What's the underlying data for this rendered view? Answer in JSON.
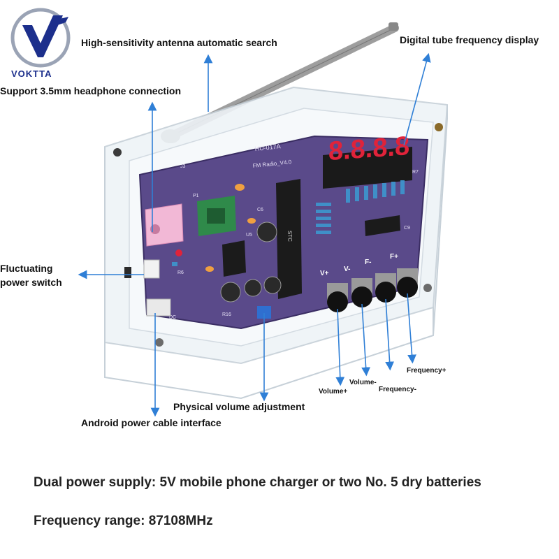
{
  "brand": {
    "name": "VOKTTA"
  },
  "labels": {
    "antenna": "High-sensitivity antenna automatic search",
    "display": "Digital tube frequency display",
    "headphone": "Support 3.5mm headphone connection",
    "switch_line1": "Fluctuating",
    "switch_line2": "power switch",
    "volume_knob": "Physical volume adjustment",
    "android": "Android power cable interface",
    "volume_plus": "Volume+",
    "volume_minus": "Volume-",
    "frequency_minus": "Frequency-",
    "frequency_plus": "Frequency+"
  },
  "board": {
    "model": "HU-017A",
    "version": "FM Radio_V4.0",
    "digits": "8.8.8.8",
    "button_labels": [
      "V+",
      "V-",
      "F-",
      "F+"
    ],
    "silkscreen": [
      "P1",
      "R6",
      "R16",
      "DC",
      "R7",
      "J3",
      "C9",
      "C6",
      "U5",
      "STC"
    ]
  },
  "specs": {
    "power": "Dual power supply: 5V mobile phone charger or two No. 5 dry batteries",
    "frequency": "Frequency range: 87108MHz"
  },
  "colors": {
    "arrow": "#2f7fd6",
    "pcb": "#5a4a8a",
    "brand": "#1c2f8c",
    "led": "#e0233a"
  }
}
